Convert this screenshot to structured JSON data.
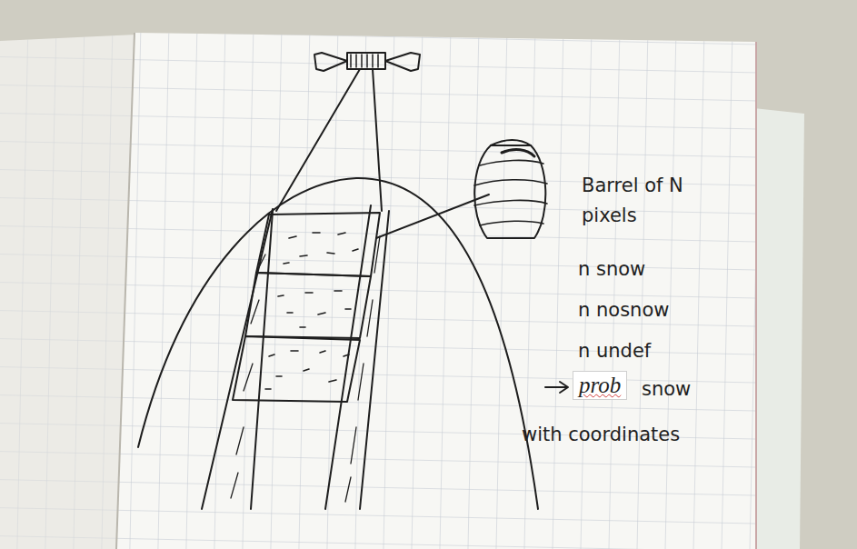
{
  "diagram": {
    "labels": [
      "Barrel of N pixels",
      "n snow",
      "n nosnow",
      "n undef",
      "prob",
      "snow",
      "with coordinates"
    ]
  }
}
